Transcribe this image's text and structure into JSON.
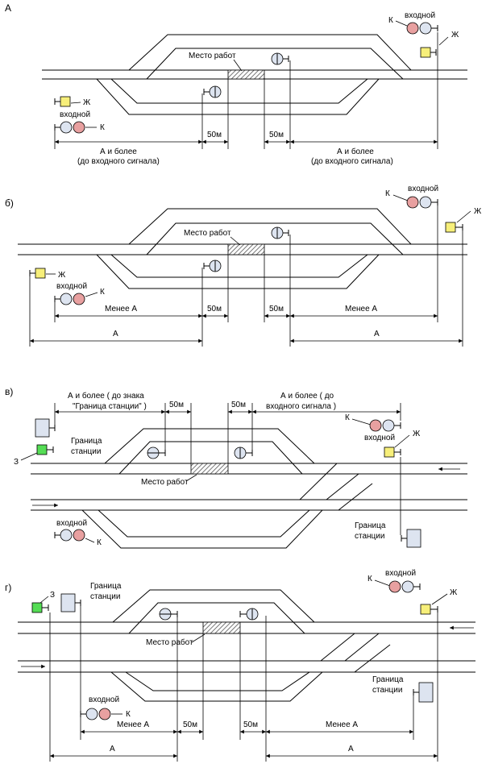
{
  "colors": {
    "red": "#e8a0a0",
    "blue": "#dde4f0",
    "yellow": "#f7ef7a",
    "green": "#55dd55",
    "hatch": "#555555"
  },
  "labels": {
    "a": "А",
    "b": "б)",
    "v": "в)",
    "g": "г)",
    "k": "К",
    "zh": "Ж",
    "z": "З",
    "vhodnoy": "входной",
    "mesto": "Место работ",
    "m50": "50м",
    "a_bolee": "А и более",
    "do_vh": "(до входного сигнала)",
    "menee": "Менее А",
    "v_left1": "А и более ( до знака",
    "v_left2": "\"Граница станции\" )",
    "v_right1": "А и более ( до",
    "v_right2": "входного сигнала )",
    "granica1": "Граница",
    "granica2": "станции"
  }
}
